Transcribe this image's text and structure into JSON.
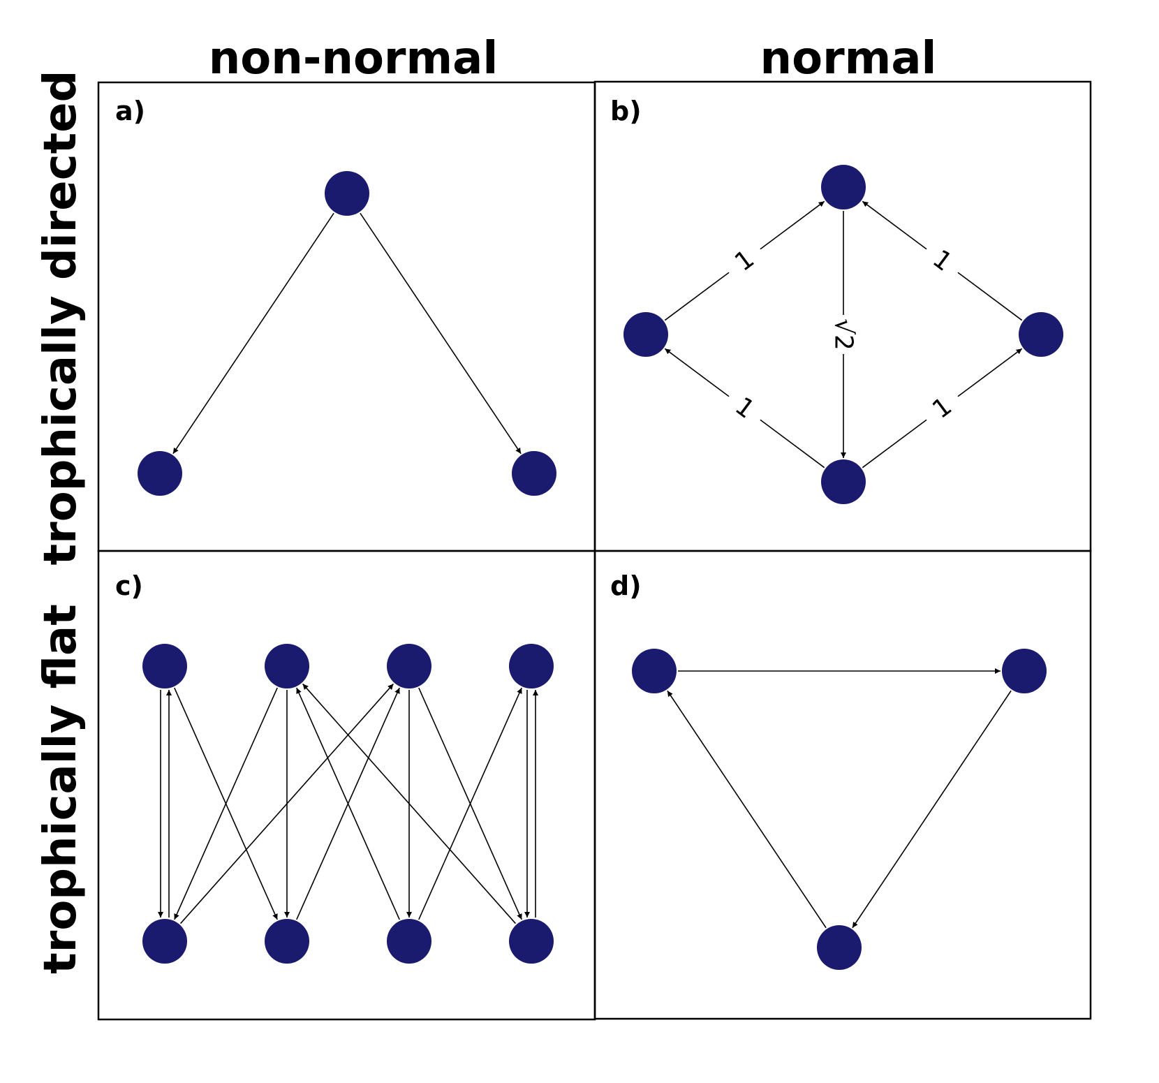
{
  "column_headers": [
    "non-normal",
    "normal"
  ],
  "row_headers": [
    "trophically directed",
    "trophically flat"
  ],
  "panels": [
    {
      "label": "a)",
      "nodes": [
        "n1",
        "n2",
        "n3"
      ],
      "edges": [
        {
          "from": "n1",
          "to": "n2"
        },
        {
          "from": "n1",
          "to": "n3"
        }
      ]
    },
    {
      "label": "b)",
      "nodes": [
        "top",
        "left",
        "right",
        "bottom"
      ],
      "edges": [
        {
          "from": "left",
          "to": "top",
          "weight": "1"
        },
        {
          "from": "right",
          "to": "top",
          "weight": "1"
        },
        {
          "from": "top",
          "to": "bottom",
          "weight": "√2"
        },
        {
          "from": "bottom",
          "to": "left",
          "weight": "1"
        },
        {
          "from": "bottom",
          "to": "right",
          "weight": "1"
        }
      ]
    },
    {
      "label": "c)",
      "nodes": [
        "t1",
        "t2",
        "t3",
        "t4",
        "b1",
        "b2",
        "b3",
        "b4"
      ],
      "edges": [
        {
          "from": "t1",
          "to": "b1"
        },
        {
          "from": "b1",
          "to": "t1"
        },
        {
          "from": "t1",
          "to": "b2"
        },
        {
          "from": "t2",
          "to": "b1"
        },
        {
          "from": "t2",
          "to": "b2"
        },
        {
          "from": "b3",
          "to": "t2"
        },
        {
          "from": "b4",
          "to": "t2"
        },
        {
          "from": "b1",
          "to": "t3"
        },
        {
          "from": "b2",
          "to": "t3"
        },
        {
          "from": "t3",
          "to": "b3"
        },
        {
          "from": "t3",
          "to": "b4"
        },
        {
          "from": "b3",
          "to": "t4"
        },
        {
          "from": "t4",
          "to": "b4"
        },
        {
          "from": "b4",
          "to": "t4"
        }
      ]
    },
    {
      "label": "d)",
      "nodes": [
        "n1",
        "n2",
        "n3"
      ],
      "edges": [
        {
          "from": "n1",
          "to": "n2"
        },
        {
          "from": "n2",
          "to": "n3"
        },
        {
          "from": "n3",
          "to": "n1"
        }
      ]
    }
  ],
  "colors": {
    "node": "#1a1a6e",
    "edge": "#000000"
  }
}
